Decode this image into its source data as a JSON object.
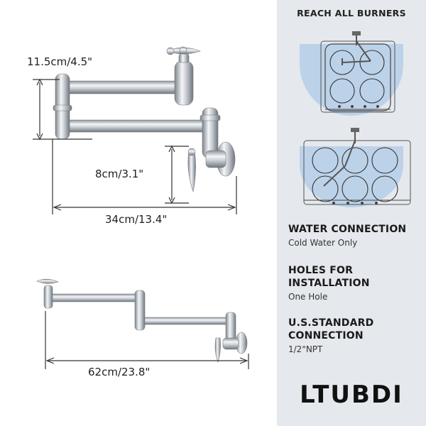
{
  "dimensions": {
    "height_top": "11.5cm/4.5\"",
    "inlet_height": "8cm/3.1\"",
    "folded_width": "34cm/13.4\"",
    "extended_width": "62cm/23.8\""
  },
  "panel": {
    "title": "REACH ALL BURNERS",
    "sections": [
      {
        "title_line1": "WATER CONNECTION",
        "title_line2": "",
        "text": "Cold Water Only"
      },
      {
        "title_line1": "HOLES FOR",
        "title_line2": "INSTALLATION",
        "text": "One Hole"
      },
      {
        "title_line1": "U.S.STANDARD",
        "title_line2": "CONNECTION",
        "text": "1/2\"NPT"
      }
    ],
    "brand": "LTUBDI"
  },
  "colors": {
    "panel_bg": "#e5e8ec",
    "water_blue": "#b7cfe9",
    "chrome_dark": "#8b929b",
    "chrome_light": "#f4f6f8"
  }
}
